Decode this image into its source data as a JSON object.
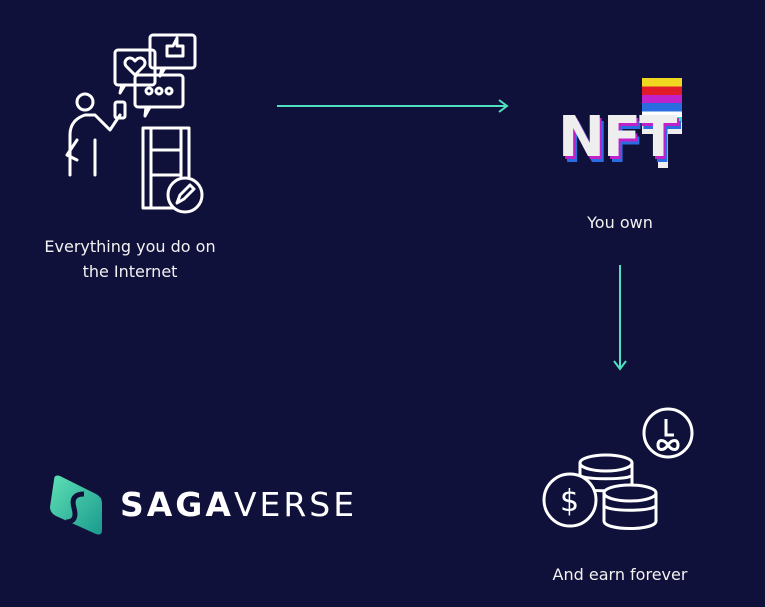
{
  "steps": [
    {
      "caption_line1": "Everything you do on",
      "caption_line2": "the Internet"
    },
    {
      "caption": "You own",
      "badge": "NFT"
    },
    {
      "caption": "And earn forever"
    }
  ],
  "logo": {
    "bold": "SAGA",
    "light": "VERSE"
  },
  "colors": {
    "background": "#10113a",
    "arrow": "#4fe0c0",
    "logo_gradient_start": "#5ee0b5",
    "logo_gradient_end": "#1a9a8e"
  }
}
